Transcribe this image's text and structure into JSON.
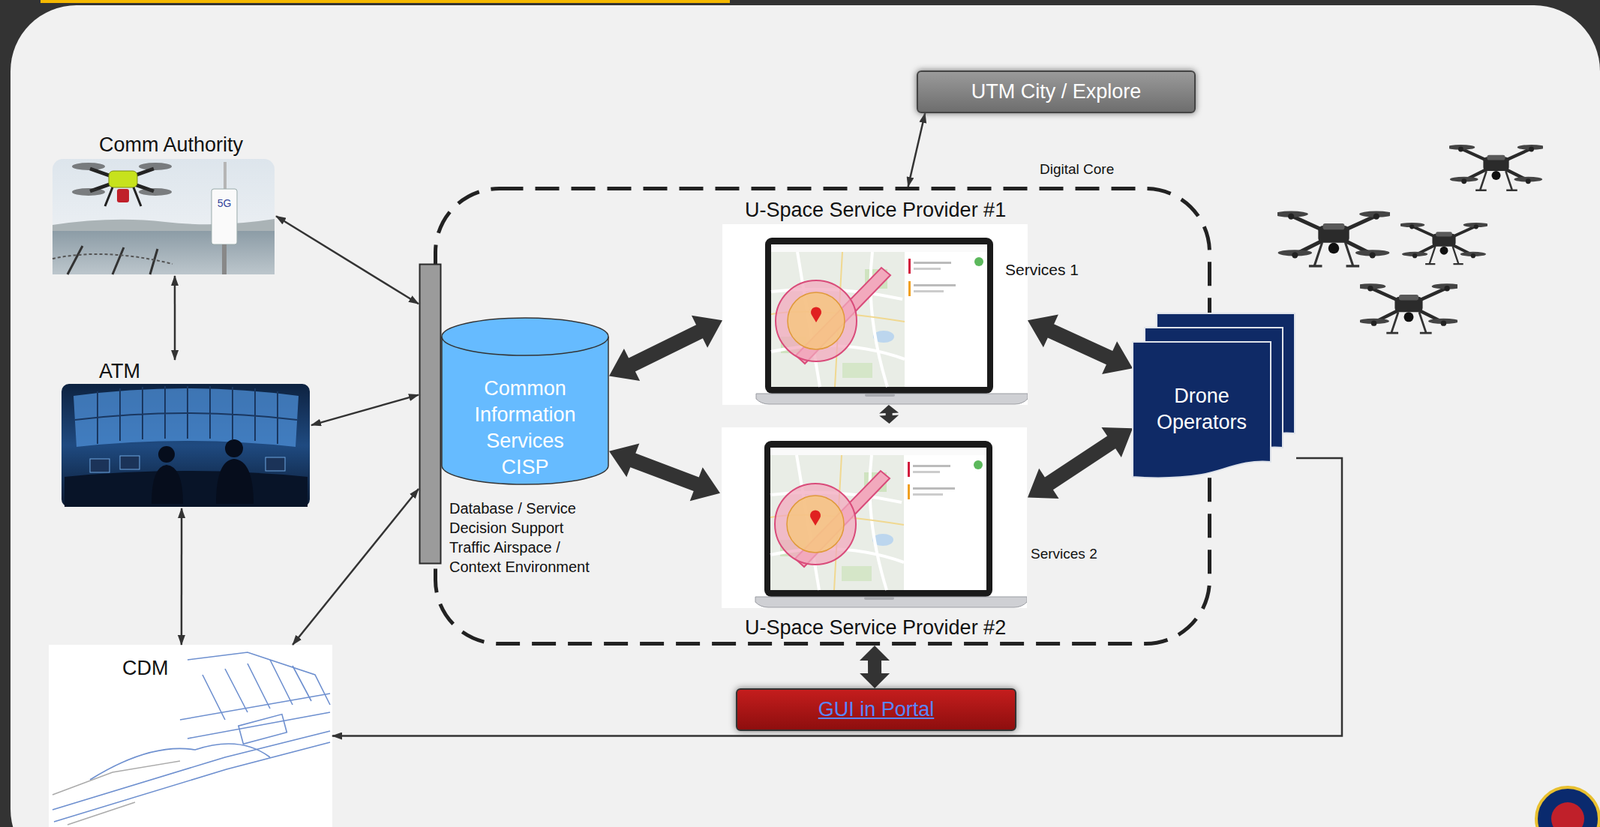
{
  "diagram": {
    "nodes": [
      {
        "text": [
          "Comm Authority"
        ]
      },
      {
        "text": [
          "ATM"
        ]
      },
      {
        "text": [
          "CDM"
        ]
      },
      {
        "text": [
          "UTM City / Explore"
        ]
      },
      {
        "text": [
          "Digital Core"
        ]
      },
      {
        "text": [
          "Common Information Services CISP",
          "Database / Service Decision Support Traffic Airspace / Context Environment"
        ],
        "in": 4
      },
      {
        "text": [
          "U-Space Service Provider #1"
        ],
        "in": 4
      },
      {
        "text": [
          "U-Space Service Provider #2"
        ],
        "in": 4
      },
      {
        "text": [
          "Drone Operators"
        ]
      },
      {
        "text": [
          "GUI in Portal"
        ]
      }
    ],
    "edges": [
      {
        "from": 0,
        "to": 1,
        "arrow": "both"
      },
      {
        "from": 1,
        "to": 2,
        "arrow": "both"
      },
      {
        "from": 0,
        "to": 5,
        "arrow": "both"
      },
      {
        "from": 1,
        "to": 5,
        "arrow": "both"
      },
      {
        "from": 2,
        "to": 5,
        "arrow": "both"
      },
      {
        "from": 3,
        "to": 4,
        "arrow": "both"
      },
      {
        "from": 5,
        "to": 6,
        "arrow": "both"
      },
      {
        "from": 5,
        "to": 7,
        "arrow": "both"
      },
      {
        "from": 6,
        "to": 7,
        "arrow": "both"
      },
      {
        "from": 6,
        "to": 8,
        "arrow": "both"
      },
      {
        "from": 7,
        "to": 8,
        "arrow": "both"
      },
      {
        "from": 4,
        "to": 9,
        "arrow": "both"
      },
      {
        "from": 8,
        "to": 2,
        "arrow": "to"
      }
    ],
    "labels": [
      "Services 1",
      "Services 2",
      "5G"
    ]
  }
}
